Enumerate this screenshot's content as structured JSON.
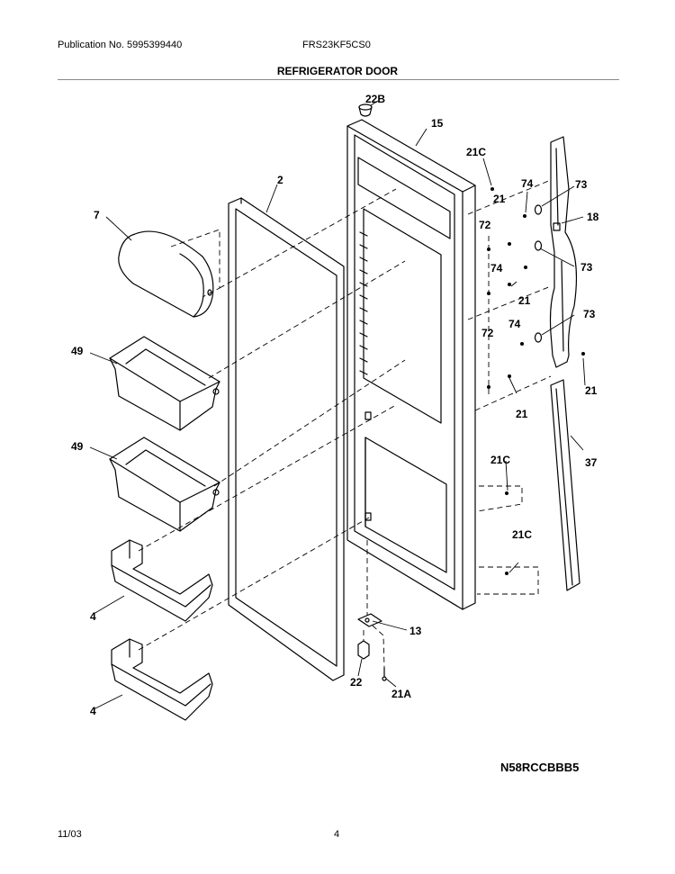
{
  "header": {
    "publication": "Publication No. 5995399440",
    "model_number": "FRS23KF5CS0",
    "title": "REFRIGERATOR DOOR"
  },
  "callouts": {
    "c22b": "22B",
    "c15": "15",
    "c21c_top": "21C",
    "c2": "2",
    "c7": "7",
    "c74_a": "74",
    "c73_a": "73",
    "c21_a": "21",
    "c18": "18",
    "c72_a": "72",
    "c74_b": "74",
    "c73_b": "73",
    "c21_b": "21",
    "c49_a": "49",
    "c74_c": "74",
    "c73_c": "73",
    "c72_b": "72",
    "c21_c": "21",
    "c21_d": "21",
    "c49_b": "49",
    "c21c_mid": "21C",
    "c37": "37",
    "c21c_low": "21C",
    "c4_a": "4",
    "c13": "13",
    "c22": "22",
    "c21a": "21A",
    "c4_b": "4"
  },
  "diagram_code": "N58RCCBBB5",
  "footer": {
    "date": "11/03",
    "page": "4"
  }
}
